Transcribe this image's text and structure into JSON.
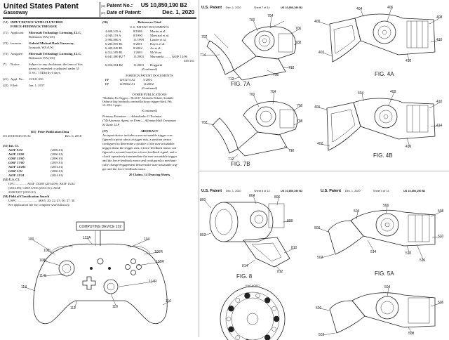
{
  "front": {
    "patent_title": "United States Patent",
    "inventor_surname": "Gassoway",
    "no_prefix": "(10)",
    "no_label": "Patent No.:",
    "no_value": "US 10,850,190 B2",
    "date_prefix": "(45)",
    "date_label": "Date of Patent:",
    "date_value": "Dec. 1, 2020",
    "left": [
      {
        "code": "(54)",
        "label": "",
        "lines": [
          "INPUT DEVICE WITH CLUTCHED",
          "FORCE-FEEDBACK TRIGGER"
        ],
        "bold": true
      },
      {
        "code": "(71)",
        "label": "Applicant:",
        "lines": [
          "Microsoft Technology Licensing, LLC,",
          "Redmond, WA (US)"
        ]
      },
      {
        "code": "(72)",
        "label": "Inventor:",
        "lines": [
          "Gabriel Michael Rask Gassoway,",
          "Issaquah, WA (US)"
        ]
      },
      {
        "code": "(73)",
        "label": "Assignee:",
        "lines": [
          "Microsoft Technology Licensing, LLC,",
          "Redmond, WA (US)"
        ]
      },
      {
        "code": "(*)",
        "label": "Notice:",
        "lines": [
          "Subject to any disclaimer, the term of this",
          "patent is extended or adjusted under 35",
          "U.S.C. 154(b) by 0 days."
        ]
      },
      {
        "code": "(21)",
        "label": "Appl. No.:",
        "lines": [
          "15/611,556"
        ]
      },
      {
        "code": "(22)",
        "label": "Filed:",
        "lines": [
          "Jun. 1, 2017"
        ]
      }
    ],
    "prior_pub_code": "(65)",
    "prior_pub_heading": "Prior Publication Data",
    "prior_pub_row": [
      "US 2018/0345133 A1",
      "Dec. 6, 2018"
    ],
    "int_cl_code": "(51)",
    "int_cl_heading": "Int. Cl.",
    "int_cl_rows": [
      [
        "A63F 9/24",
        "(2006.01)"
      ],
      [
        "A63F 13/00",
        "(2006.01)"
      ],
      [
        "G06F 13/00",
        "(2006.01)"
      ],
      [
        "G06F 17/00",
        "(2019.01)"
      ],
      [
        "A63F 13/285",
        "(2014.01)"
      ],
      [
        "G06F 3/01",
        "(2006.01)"
      ],
      [
        "A63F 13/24",
        "(2014.01)"
      ]
    ],
    "us_cl_code": "(52)",
    "us_cl_heading": "U.S. Cl.",
    "us_cl_lines": [
      "CPC .............. A63F 13/285 (2014.09); A63F 13/24",
      "(2014.09); G06F 3/016 (2013.01); A63F",
      "2300/1037 (2013.01)"
    ],
    "field_code": "(58)",
    "field_heading": "Field of Classification Search",
    "field_lines": [
      "USPC ......................... 463/5, 20, 22, 25, 30, 37, 30",
      "See application file for complete search history."
    ],
    "ref_code": "(56)",
    "ref_heading": "References Cited",
    "us_docs_heading": "U.S. PATENT DOCUMENTS",
    "us_docs": [
      [
        "4,608,535 A",
        "8/1986",
        "Martin et al."
      ],
      [
        "4,949,119 A",
        "8/1990",
        "Moncrief et al."
      ],
      [
        "5,984,880 A",
        "11/1999",
        "Lander et al."
      ],
      [
        "6,283,859 B1",
        "9/2001",
        "Hayes et al."
      ],
      [
        "6,429,849 B1",
        "8/2002",
        "An et al."
      ],
      [
        "6,512,509 B1",
        "1/2003",
        "McVicar"
      ],
      [
        "6,641,480 B2 *",
        "11/2003",
        "Murzanski ........ A63F 13/06"
      ],
      [
        "",
        "",
        "345/161"
      ],
      [
        "6,654,004 B2",
        "11/2003",
        "Hoggarth"
      ]
    ],
    "continued1": "(Continued)",
    "foreign_heading": "FOREIGN PATENT DOCUMENTS",
    "foreign_docs": [
      [
        "EP",
        "1201274 A2",
        "5/2002"
      ],
      [
        "EP",
        "1259862 A1",
        "11/2002"
      ]
    ],
    "continued2": "(Continued)",
    "other_pub_heading": "OTHER PUBLICATIONS",
    "other_pub_lines": [
      "\"Modkicks Pro Triggers – BLACK\", Modnicks Website, Available",
      "Online at http://modnicks.com/modkicks-pro-triggers-black, Feb.",
      "10, 2012, 3 pages."
    ],
    "continued3": "(Continued)",
    "examiner_lines": [
      "Primary Examiner — Adetokunbo O Torimiro",
      "(74) Attorney, Agent, or Firm — Alleman Hall Creasman",
      "& Tuttle LLP"
    ],
    "abstract_code": "(57)",
    "abstract_heading": "ABSTRACT",
    "abstract_lines": [
      "An input device includes a user-actuatable trigger con-",
      "figured to pivot about a trigger axis, a position sensor",
      "configured to determine a posture of the user-actuatable",
      "trigger about the trigger axis, a force-feedback motor con-",
      "figured to actuate based on a force-feedback signal, and a",
      "clutch operatively intermediate the user-actuatable trigger",
      "and the force-feedback motor and configured to mechani-",
      "cally change engagement between the user-actuatable trig-",
      "ger and the force-feedback motor."
    ],
    "claims_line": "20 Claims, 14 Drawing Sheets"
  },
  "front_figure": {
    "computing_device_label": "COMPUTING DEVICE 102",
    "refs": [
      "100",
      "104",
      "106L",
      "108L",
      "112A",
      "106R",
      "108R",
      "114L",
      "114R",
      "110",
      "112",
      "116",
      "118"
    ]
  },
  "sheet7": {
    "header_left": "U.S. Patent",
    "header_date": "Dec. 1, 2020",
    "header_sheet": "Sheet 7 of 14",
    "header_no": "US 10,850,190 B2",
    "fig_a": "FIG. 7A",
    "fig_b": "FIG. 7B",
    "refs_a": [
      "700",
      "702",
      "704",
      "706",
      "708",
      "710",
      "712",
      "714",
      "716"
    ],
    "refs_b": [
      "700",
      "702",
      "704",
      "706",
      "708",
      "710",
      "712"
    ]
  },
  "sheet4": {
    "fig_a": "FIG. 4A",
    "fig_b": "FIG. 4B",
    "refs_a": [
      "400",
      "402",
      "404",
      "406",
      "408",
      "410",
      "412"
    ],
    "refs_b": [
      "400",
      "402",
      "404",
      "408",
      "410",
      "414",
      "416"
    ]
  },
  "sheet8": {
    "header_left": "U.S. Patent",
    "header_date": "Dec. 1, 2020",
    "header_sheet": "Sheet 8 of 14",
    "header_no": "US 10,850,190 B2",
    "fig": "FIG. 8",
    "engaged_label": "ENGAGED",
    "refs": [
      "800",
      "802",
      "804",
      "806",
      "808",
      "810",
      "812",
      "814"
    ]
  },
  "sheet5": {
    "header_left": "U.S. Patent",
    "header_date": "Dec. 1, 2020",
    "header_sheet": "Sheet 4 of 14",
    "header_no": "US 10,850,190 B2",
    "fig_a": "FIG. 5A",
    "refs_a": [
      "500",
      "502",
      "504",
      "506",
      "508",
      "510",
      "512",
      "514",
      "516"
    ],
    "refs_b": [
      "500",
      "502",
      "504",
      "506",
      "508"
    ]
  }
}
